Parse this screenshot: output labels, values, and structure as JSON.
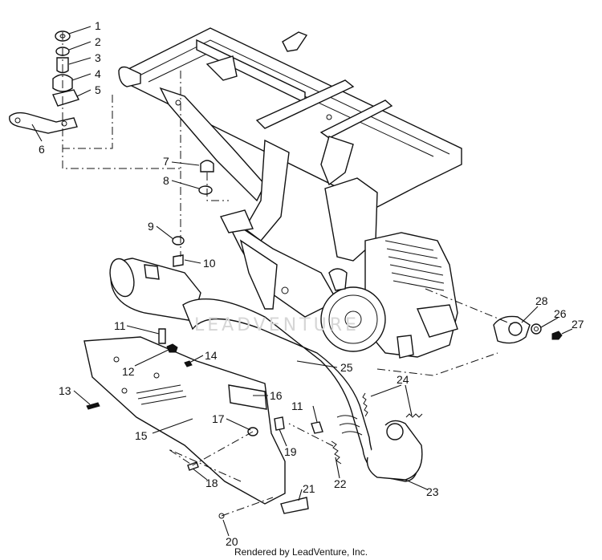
{
  "footer_text": "Rendered by LeadVenture, Inc.",
  "watermark_text": "LEADVENTURE",
  "callouts": [
    "1",
    "2",
    "3",
    "4",
    "5",
    "6",
    "7",
    "8",
    "9",
    "10",
    "11",
    "11",
    "12",
    "13",
    "14",
    "15",
    "16",
    "17",
    "18",
    "19",
    "20",
    "21",
    "22",
    "23",
    "24",
    "25",
    "26",
    "27",
    "28"
  ]
}
